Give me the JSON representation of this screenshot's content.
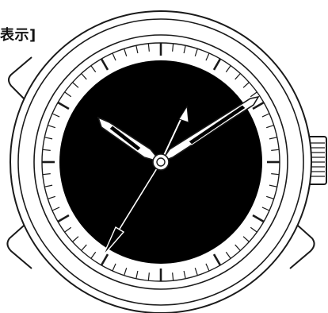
{
  "caption": {
    "text": "表示]"
  },
  "colors": {
    "line": "#1a1a1a",
    "dial": "#000000",
    "background": "#ffffff"
  },
  "watch": {
    "hands": {
      "hour": "10:06",
      "minute": "06",
      "second": "36"
    }
  }
}
